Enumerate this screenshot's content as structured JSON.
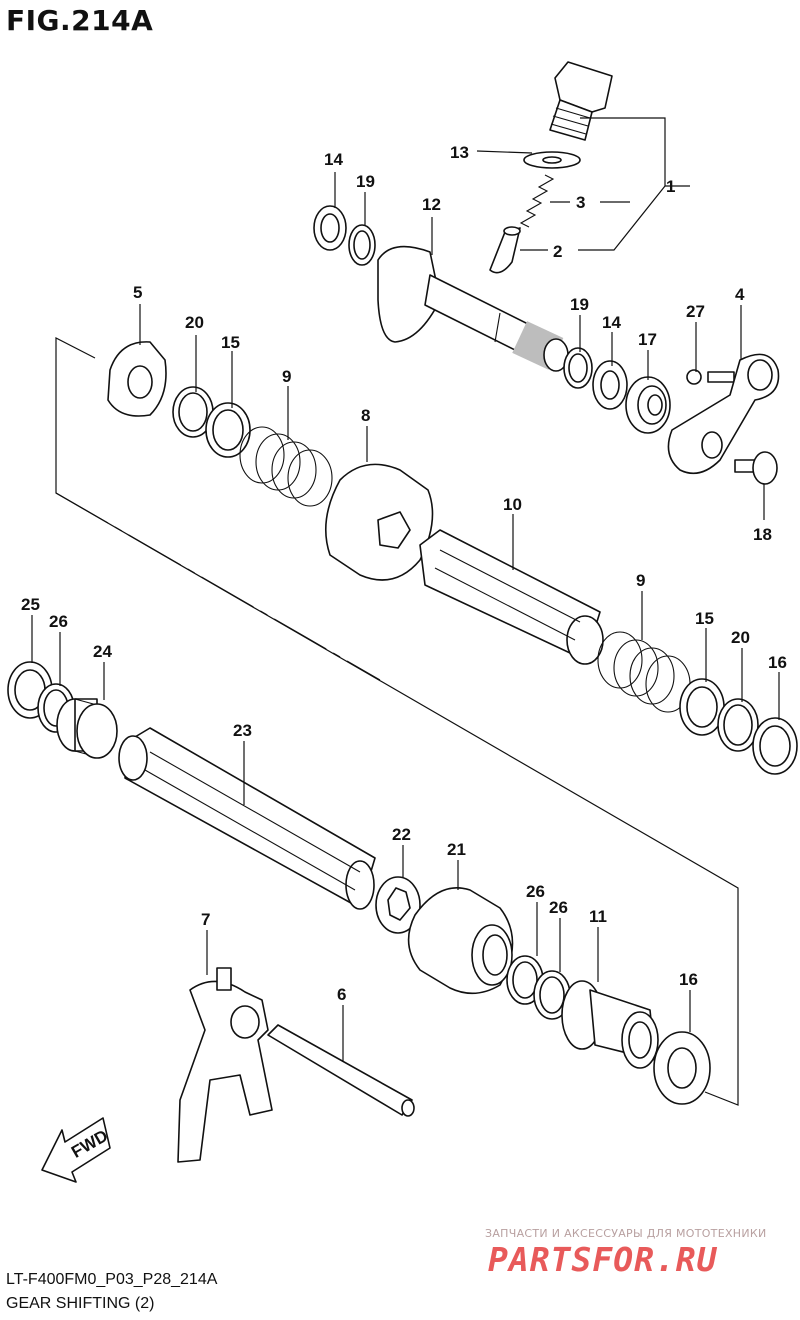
{
  "title": "FIG.214A",
  "callouts": [
    "14",
    "19",
    "12",
    "13",
    "3",
    "1",
    "2",
    "5",
    "20",
    "15",
    "9",
    "8",
    "19",
    "14",
    "17",
    "27",
    "4",
    "18",
    "10",
    "9",
    "15",
    "20",
    "16",
    "25",
    "26",
    "24",
    "23",
    "22",
    "21",
    "26",
    "26",
    "11",
    "7",
    "6",
    "16"
  ],
  "fwd_label": "FWD",
  "watermark": {
    "tagline": "ЗАПЧАСТИ И АКСЕССУАРЫ ДЛЯ МОТОТЕХНИКИ",
    "logo": "PARTSFOR.RU"
  },
  "footer": {
    "code": "LT-F400FM0_P03_P28_214A",
    "name": "GEAR SHIFTING (2)"
  }
}
